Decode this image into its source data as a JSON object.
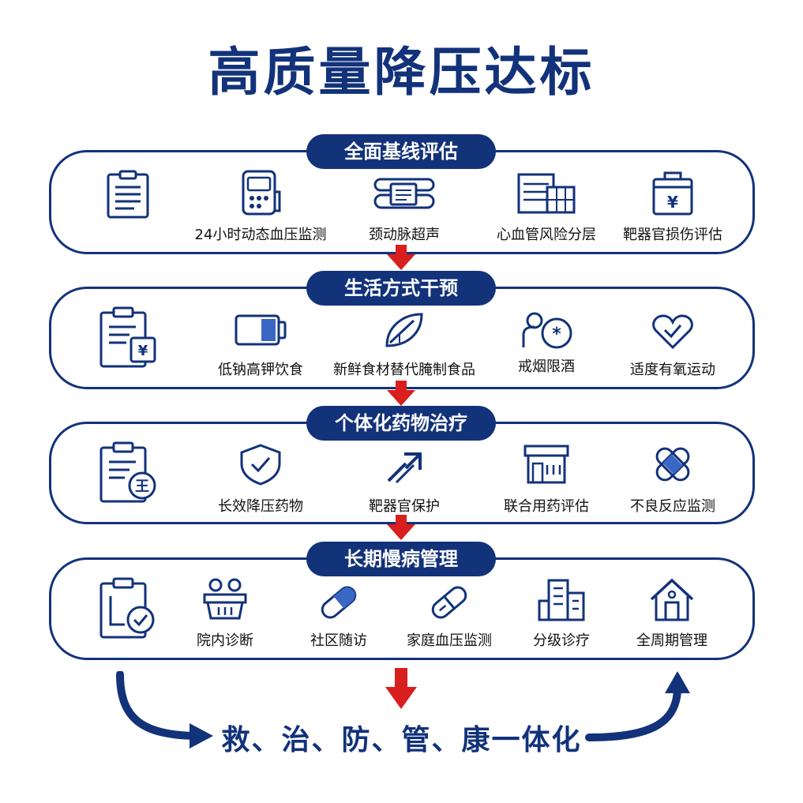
{
  "title": "高质量降压达标",
  "sections": [
    {
      "header": "全面基线评估",
      "items": [
        {
          "label": "",
          "icon": "clipboard-icon"
        },
        {
          "label": "24小时动态血压监测",
          "icon": "bp-monitor-icon"
        },
        {
          "label": "颈动脉超声",
          "icon": "ultrasound-icon"
        },
        {
          "label": "心血管风险分层",
          "icon": "risk-chart-icon"
        },
        {
          "label": "靶器官损伤评估",
          "icon": "yen-bag-icon"
        }
      ]
    },
    {
      "header": "生活方式干预",
      "items": [
        {
          "label": "",
          "icon": "diet-clipboard-icon"
        },
        {
          "label": "低钠高钾饮食",
          "icon": "battery-icon"
        },
        {
          "label": "新鲜食材替代腌制食品",
          "icon": "leaf-icon"
        },
        {
          "label": "戒烟限酒",
          "icon": "no-smoking-icon"
        },
        {
          "label": "适度有氧运动",
          "icon": "heart-icon"
        }
      ]
    },
    {
      "header": "个体化药物治疗",
      "items": [
        {
          "label": "",
          "icon": "prescription-icon"
        },
        {
          "label": "长效降压药物",
          "icon": "shield-check-icon"
        },
        {
          "label": "靶器官保护",
          "icon": "arrow-up-icon"
        },
        {
          "label": "联合用药评估",
          "icon": "pharmacy-icon"
        },
        {
          "label": "不良反应监测",
          "icon": "bandage-icon"
        }
      ]
    },
    {
      "header": "长期慢病管理",
      "items": [
        {
          "label": "",
          "icon": "checklist-icon"
        },
        {
          "label": "院内诊断",
          "icon": "group-icon"
        },
        {
          "label": "社区随访",
          "icon": "pill-icon"
        },
        {
          "label": "家庭血压监测",
          "icon": "capsule-icon"
        },
        {
          "label": "分级诊疗",
          "icon": "buildings-icon"
        },
        {
          "label": "全周期管理",
          "icon": "house-icon"
        }
      ]
    }
  ],
  "footer": "救、治、防、管、康一体化",
  "colors": {
    "navy": "#12327a",
    "arrow_red": "#d91e1e"
  }
}
